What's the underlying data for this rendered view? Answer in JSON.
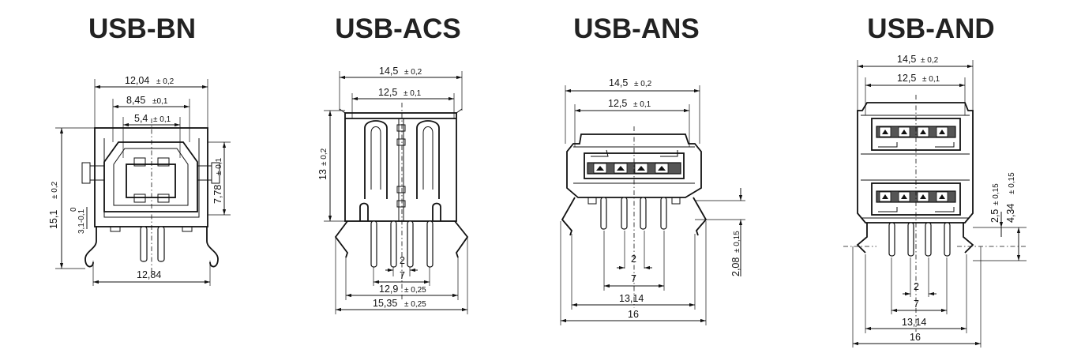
{
  "connectors": [
    {
      "title": "USB-BN",
      "dims": {
        "w_outer": "12,04",
        "w_outer_tol": "± 0,2",
        "w_mid": "8,45",
        "w_mid_tol": "±0,1",
        "w_inner": "5,4",
        "w_inner_tol": "± 0,1",
        "h_total": "15,1",
        "h_total_tol": "± 0,2",
        "h_right": "7,78",
        "h_right_tol": "± 0,1",
        "h_offset_top": "0",
        "h_offset": "3,1-0,1",
        "w_legs": "12,84"
      }
    },
    {
      "title": "USB-ACS",
      "dims": {
        "w_outer": "14,5",
        "w_outer_tol": "± 0,2",
        "w_inner": "12,5",
        "w_inner_tol": "± 0,1",
        "h_body": "13",
        "h_body_tol": "± 0,2",
        "pitch": "2",
        "pin_span": "7",
        "w_legs_inner": "12,9",
        "w_legs_inner_tol": "± 0,25",
        "w_legs_outer": "15,35",
        "w_legs_outer_tol": "± 0,25"
      }
    },
    {
      "title": "USB-ANS",
      "dims": {
        "w_outer": "14,5",
        "w_outer_tol": "± 0,2",
        "w_inner": "12,5",
        "w_inner_tol": "± 0,1",
        "h_pin": "2,08",
        "h_pin_tol": "± 0,15",
        "pitch": "2",
        "pin_span": "7",
        "w_legs_inner": "13,14",
        "w_legs_outer": "16"
      }
    },
    {
      "title": "USB-AND",
      "dims": {
        "w_outer": "14,5",
        "w_outer_tol": "± 0,2",
        "w_inner": "12,5",
        "w_inner_tol": "± 0,1",
        "h_a": "2,5",
        "h_a_tol": "± 0,15",
        "h_b": "4,34",
        "h_b_tol": "± 0,15",
        "pitch": "2",
        "pin_span": "7",
        "w_legs_inner": "13,14",
        "w_legs_outer": "16"
      }
    }
  ]
}
